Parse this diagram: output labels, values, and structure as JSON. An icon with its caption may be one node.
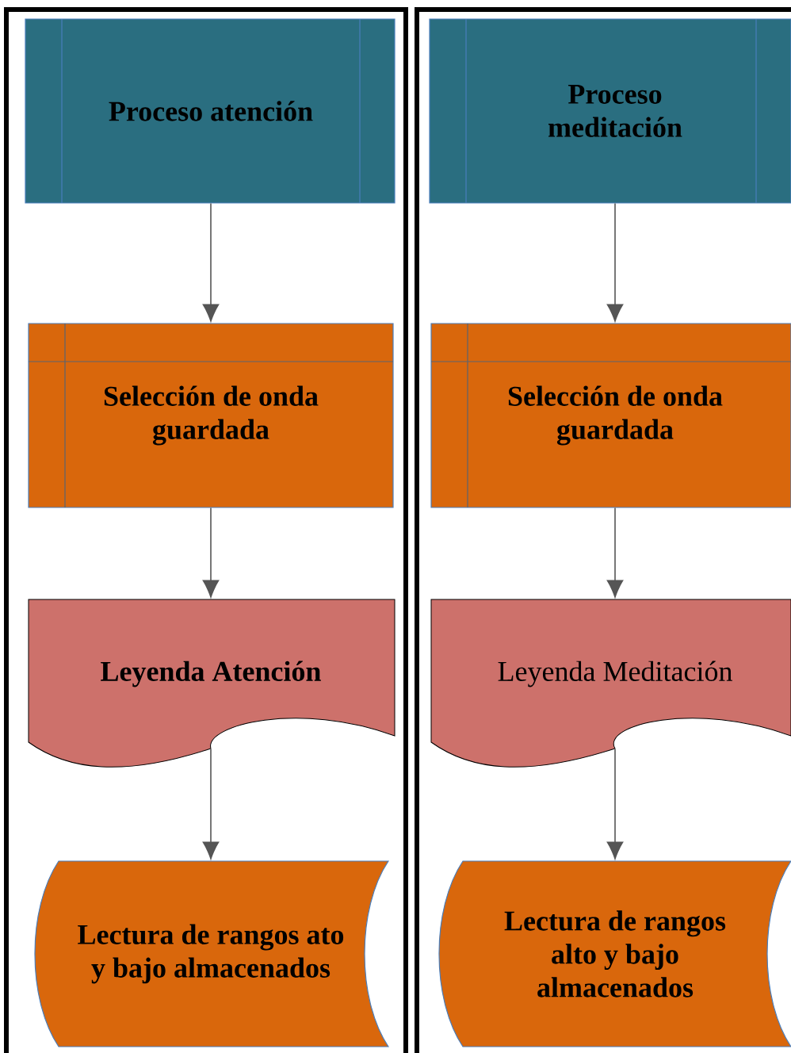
{
  "diagram": {
    "nodes": [
      {
        "text": [
          "Proceso atención"
        ]
      },
      {
        "text": [
          "Selección de onda guardada"
        ]
      },
      {
        "text": [
          "Leyenda Atención"
        ]
      },
      {
        "text": [
          "Lectura de rangos ato y bajo almacenados"
        ]
      },
      {
        "text": [
          "Proceso meditación"
        ]
      },
      {
        "text": [
          "Selección de onda guardada"
        ]
      },
      {
        "text": [
          "Leyenda Meditación"
        ]
      },
      {
        "text": [
          "Lectura de rangos alto y bajo almacenados"
        ]
      }
    ],
    "edges": [
      {
        "from": 0,
        "to": 1,
        "arrow": "to"
      },
      {
        "from": 1,
        "to": 2,
        "arrow": "to"
      },
      {
        "from": 2,
        "to": 3,
        "arrow": "to"
      },
      {
        "from": 4,
        "to": 5,
        "arrow": "to"
      },
      {
        "from": 5,
        "to": 6,
        "arrow": "to"
      },
      {
        "from": 6,
        "to": 7,
        "arrow": "to"
      }
    ]
  }
}
